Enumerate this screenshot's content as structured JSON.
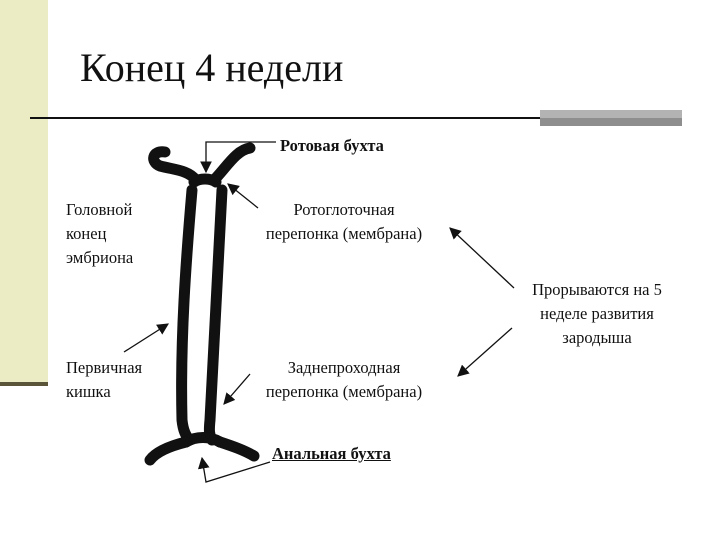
{
  "slide": {
    "title": "Конец 4 недели"
  },
  "labels": {
    "oral_bay": "Ротовая бухта",
    "head_end": "Головной\nконец\nэмбриона",
    "oropharyngeal_membrane": "Ротоглоточная\nперепонка (мембрана)",
    "rupture_note": "Прорываются на 5\nнеделе развития\nзародыша",
    "primary_gut": "Первичная\nкишка",
    "cloacal_membrane": "Заднепроходная\nперепонка (мембрана)",
    "anal_bay": "Анальная бухта"
  },
  "colors": {
    "sidebar": "#ececc4",
    "ink": "#111111",
    "embryo": "#111111"
  }
}
